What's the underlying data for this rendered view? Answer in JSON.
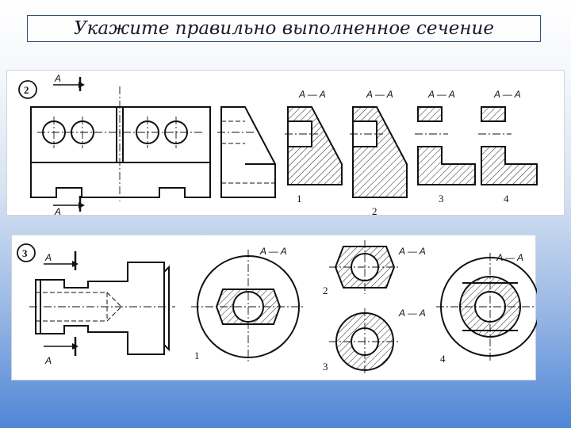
{
  "title": "Укажите правильно выполненное сечение",
  "task2": {
    "number": "2",
    "cut_top": "A",
    "cut_bottom": "A",
    "section_label": "A — A",
    "options": [
      "1",
      "2",
      "3",
      "4"
    ]
  },
  "task3": {
    "number": "3",
    "cut_top": "A",
    "cut_bottom": "A",
    "section_label": "A — A",
    "options": [
      "1",
      "2",
      "3",
      "4"
    ]
  }
}
